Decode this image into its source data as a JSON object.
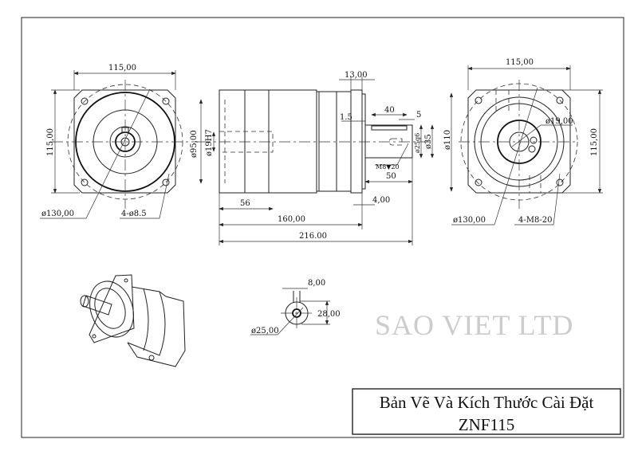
{
  "watermark": "SAO VIET LTD",
  "title_block": {
    "line1": "Bản Vẽ Và Kích Thước Cài Đặt",
    "line2": "ZNF115"
  },
  "front_view": {
    "width": "115,00",
    "height": "115,00",
    "pcd": "ø130,00",
    "holes": "4-ø8.5",
    "spigot": "ø95,00"
  },
  "side_view": {
    "flange_thk": "13,00",
    "key_len": "40",
    "key_off": "5",
    "gap": "1.5",
    "bore": "ø19H7",
    "shaft": "ø25g6",
    "shoulder": "ø35",
    "pilot": "ø110",
    "tap": "M8▼20",
    "shaft_len": "50",
    "pilot_len": "4,00",
    "input_len": "56",
    "body_len": "160,00",
    "total_len": "216.00"
  },
  "output_view": {
    "width": "115,00",
    "height": "115,00",
    "bore": "ø19,00",
    "pcd": "ø130,00",
    "holes": "4-M8-20"
  },
  "shaft_section": {
    "key_width": "8,00",
    "key_height": "28,00",
    "diameter": "ø25,00"
  }
}
